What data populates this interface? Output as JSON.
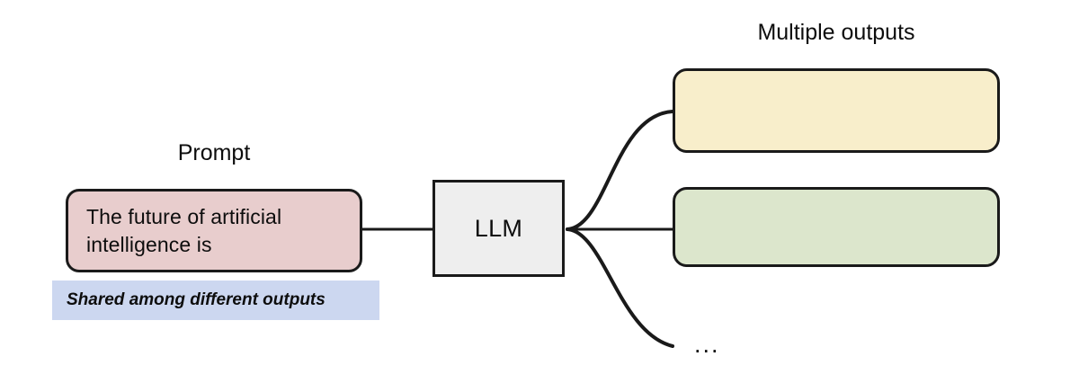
{
  "diagram": {
    "title_prompt_side": "Prompt",
    "title_outputs_side": "Multiple outputs",
    "prompt": {
      "text": "The future of artificial intelligence is",
      "fill": "#e8cdcd",
      "stroke": "#1a1a1a"
    },
    "shared_note": {
      "text": "Shared among different outputs",
      "fill": "#ccd7f0"
    },
    "model": {
      "label": "LLM",
      "fill": "#eeeeee",
      "stroke": "#1a1a1a"
    },
    "outputs": [
      {
        "text": "",
        "fill": "#f8eecb",
        "stroke": "#1a1a1a"
      },
      {
        "text": "",
        "fill": "#dce6cc",
        "stroke": "#1a1a1a"
      }
    ],
    "more_outputs_marker": "...",
    "edges": {
      "prompt_to_model": "straight",
      "model_to_output_1": "curve-up",
      "model_to_output_2": "straight",
      "model_to_more": "curve-down",
      "stroke": "#1a1a1a"
    },
    "background": "#ffffff"
  }
}
